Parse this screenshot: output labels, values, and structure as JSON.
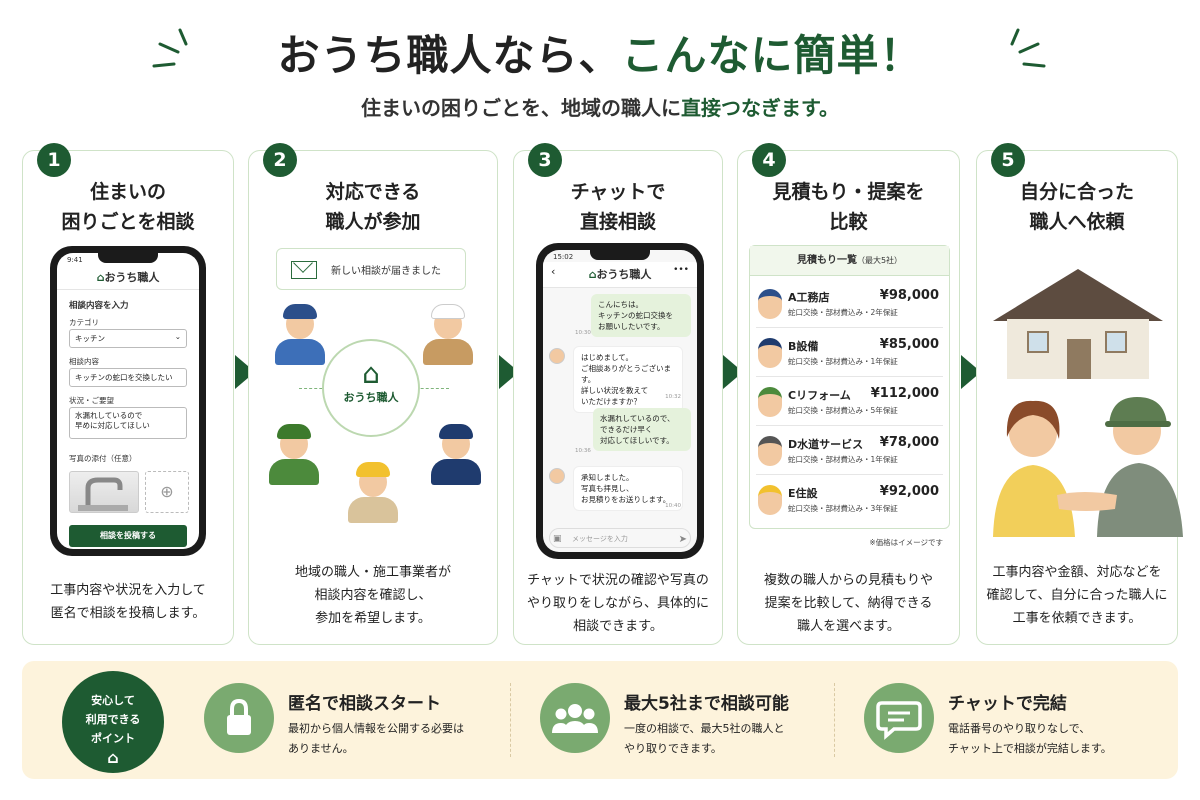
{
  "header": {
    "title_part1": "おうち職人なら、",
    "title_accent": "こんなに簡単！",
    "subtitle_part1": "住まいの困りごとを、地域の職人に",
    "subtitle_accent": "直接つなぎます。"
  },
  "colors": {
    "accent": "#1e5b32",
    "light_green": "#7aaa70",
    "card_border": "#cfe3c8",
    "cream": "#fdf3dc"
  },
  "steps": [
    {
      "num": "1",
      "title1": "住まいの",
      "title2": "困りごとを相談",
      "desc1": "工事内容や状況を入力して",
      "desc2": "匿名で相談を投稿します。",
      "desc3": ""
    },
    {
      "num": "2",
      "title1": "対応できる",
      "title2": "職人が参加",
      "desc1": "地域の職人・施工事業者が",
      "desc2": "相談内容を確認し、",
      "desc3": "参加を希望します。"
    },
    {
      "num": "3",
      "title1": "チャットで",
      "title2": "直接相談",
      "desc1": "チャットで状況の確認や写真の",
      "desc2": "やり取りをしながら、具体的に",
      "desc3": "相談できます。"
    },
    {
      "num": "4",
      "title1": "見積もり・提案を",
      "title2": "比較",
      "desc1": "複数の職人からの見積もりや",
      "desc2": "提案を比較して、納得できる",
      "desc3": "職人を選べます。"
    },
    {
      "num": "5",
      "title1": "自分に合った",
      "title2": "職人へ依頼",
      "desc1": "工事内容や金額、対応などを",
      "desc2": "確認して、自分に合った職人に",
      "desc3": "工事を依頼できます。"
    }
  ],
  "phone1": {
    "time": "9:41",
    "brand": "おうち職人",
    "form_title": "相談内容を入力",
    "category_label": "カテゴリ",
    "category_value": "キッチン",
    "content_label": "相談内容",
    "content_value": "キッチンの蛇口を交換したい",
    "status_label": "状況・ご要望",
    "status_line1": "水漏れしているので",
    "status_line2": "早めに対応してほしい",
    "photo_label": "写真の添付（任意）",
    "submit": "相談を投稿する"
  },
  "step2": {
    "notice": "新しい相談が届きました",
    "hub": "おうち職人"
  },
  "phone3": {
    "time": "15:02",
    "brand": "おうち職人",
    "msg1a": "こんにちは。",
    "msg1b": "キッチンの蛇口交換を",
    "msg1c": "お願いしたいです。",
    "ts1": "10:30",
    "msg2a": "はじめまして。",
    "msg2b": "ご相談ありがとうございます。",
    "msg2c": "詳しい状況を教えて",
    "msg2d": "いただけますか？",
    "ts2": "10:32",
    "msg3a": "水漏れしているので、",
    "msg3b": "できるだけ早く",
    "msg3c": "対応してほしいです。",
    "ts3": "10:36",
    "msg4a": "承知しました。",
    "msg4b": "写真も拝見し、",
    "msg4c": "お見積りをお送りします。",
    "ts4": "10:40",
    "input_placeholder": "メッセージを入力"
  },
  "quotes": {
    "header": "見積もり一覧",
    "header_note": "（最大5社）",
    "note": "※価格はイメージです",
    "rows": [
      {
        "name": "A工務店",
        "price": "¥98,000",
        "detail": "蛇口交換・部材費込み・2年保証"
      },
      {
        "name": "B設備",
        "price": "¥85,000",
        "detail": "蛇口交換・部材費込み・1年保証"
      },
      {
        "name": "Cリフォーム",
        "price": "¥112,000",
        "detail": "蛇口交換・部材費込み・5年保証"
      },
      {
        "name": "D水道サービス",
        "price": "¥78,000",
        "detail": "蛇口交換・部材費込み・1年保証"
      },
      {
        "name": "E住設",
        "price": "¥92,000",
        "detail": "蛇口交換・部材費込み・3年保証"
      }
    ]
  },
  "bottom": {
    "badge1": "安心して",
    "badge2": "利用できる",
    "badge3": "ポイント",
    "features": [
      {
        "icon": "lock-icon",
        "title": "匿名で相談スタート",
        "desc1": "最初から個人情報を公開する必要は",
        "desc2": "ありません。"
      },
      {
        "icon": "group-icon",
        "title": "最大5社まで相談可能",
        "desc1": "一度の相談で、最大5社の職人と",
        "desc2": "やり取りできます。"
      },
      {
        "icon": "chat-icon",
        "title": "チャットで完結",
        "desc1": "電話番号のやり取りなしで、",
        "desc2": "チャット上で相談が完結します。"
      }
    ]
  }
}
